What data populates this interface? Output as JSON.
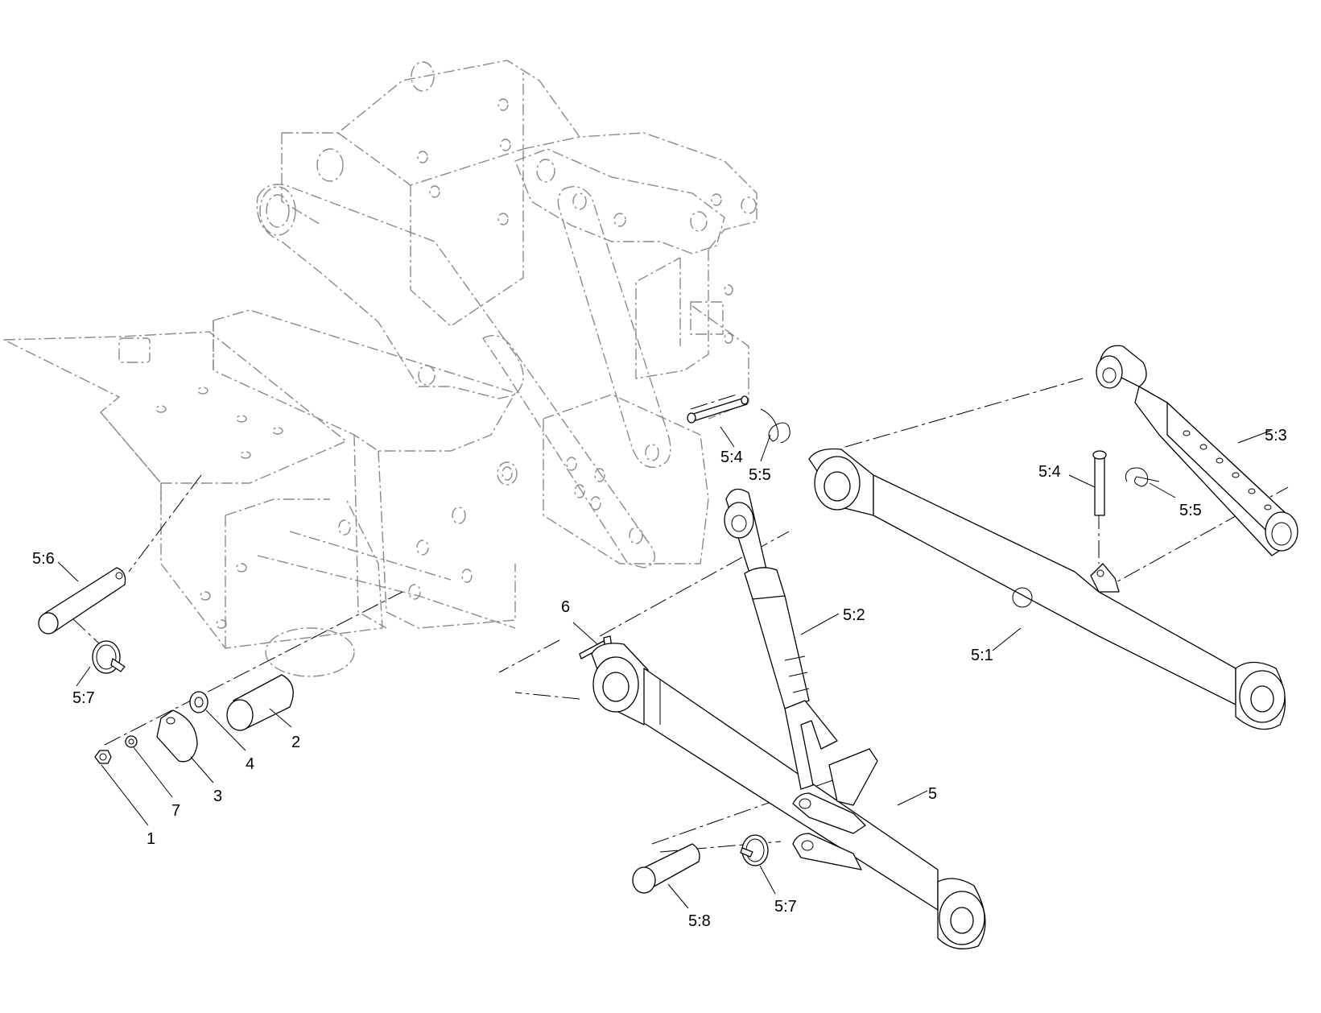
{
  "callouts": [
    {
      "id": "c-5-6",
      "text": "5:6"
    },
    {
      "id": "c-5-7a",
      "text": "5:7"
    },
    {
      "id": "c-1",
      "text": "1"
    },
    {
      "id": "c-7",
      "text": "7"
    },
    {
      "id": "c-3",
      "text": "3"
    },
    {
      "id": "c-4",
      "text": "4"
    },
    {
      "id": "c-2",
      "text": "2"
    },
    {
      "id": "c-6",
      "text": "6"
    },
    {
      "id": "c-5-4a",
      "text": "5:4"
    },
    {
      "id": "c-5-5a",
      "text": "5:5"
    },
    {
      "id": "c-5-2",
      "text": "5:2"
    },
    {
      "id": "c-5",
      "text": "5"
    },
    {
      "id": "c-5-8",
      "text": "5:8"
    },
    {
      "id": "c-5-7b",
      "text": "5:7"
    },
    {
      "id": "c-5-4b",
      "text": "5:4"
    },
    {
      "id": "c-5-5b",
      "text": "5:5"
    },
    {
      "id": "c-5-3",
      "text": "5:3"
    },
    {
      "id": "c-5-1",
      "text": "5:1"
    }
  ]
}
